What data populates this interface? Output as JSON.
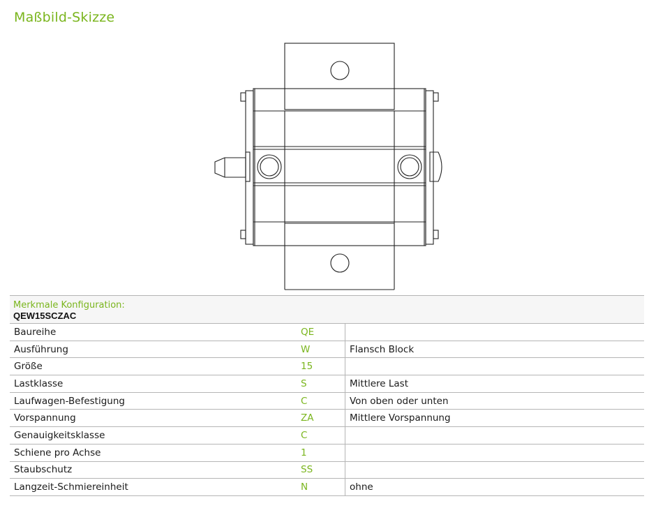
{
  "heading": "Maßbild-Skizze",
  "config": {
    "label": "Merkmale Konfiguration:",
    "code": "QEW15SCZAC",
    "rows": [
      {
        "name": "Baureihe",
        "code": "QE",
        "desc": ""
      },
      {
        "name": "Ausführung",
        "code": "W",
        "desc": "Flansch Block"
      },
      {
        "name": "Größe",
        "code": "15",
        "desc": ""
      },
      {
        "name": "Lastklasse",
        "code": "S",
        "desc": "Mittlere Last"
      },
      {
        "name": "Laufwagen-Befestigung",
        "code": "C",
        "desc": "Von oben oder unten"
      },
      {
        "name": "Vorspannung",
        "code": "ZA",
        "desc": "Mittlere Vorspannung"
      },
      {
        "name": "Genauigkeitsklasse",
        "code": "C",
        "desc": ""
      },
      {
        "name": "Schiene pro Achse",
        "code": "1",
        "desc": ""
      },
      {
        "name": "Staubschutz",
        "code": "SS",
        "desc": ""
      },
      {
        "name": "Langzeit-Schmiereinheit",
        "code": "N",
        "desc": "ohne"
      }
    ]
  },
  "colors": {
    "accent": "#7ab51d",
    "line": "#b5b5b5"
  }
}
